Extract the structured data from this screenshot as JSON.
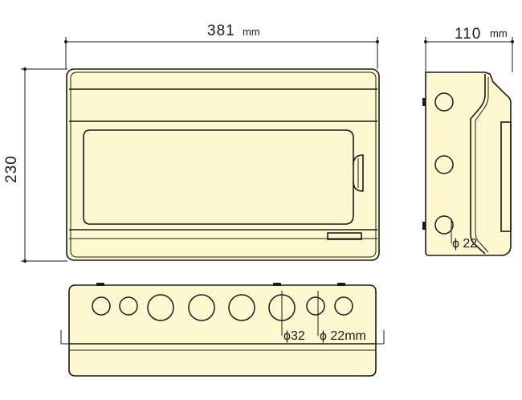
{
  "colors": {
    "body_fill": "#fdf8cf",
    "line": "#1a1a1a"
  },
  "dimensions": {
    "width": {
      "value": "381",
      "unit": "mm"
    },
    "height": {
      "value": "230"
    },
    "depth": {
      "value": "110",
      "unit": "mm"
    }
  },
  "callouts": {
    "side_hole": "ϕ 22",
    "bottom_large": "ϕ32",
    "bottom_small": "ϕ 22mm"
  }
}
